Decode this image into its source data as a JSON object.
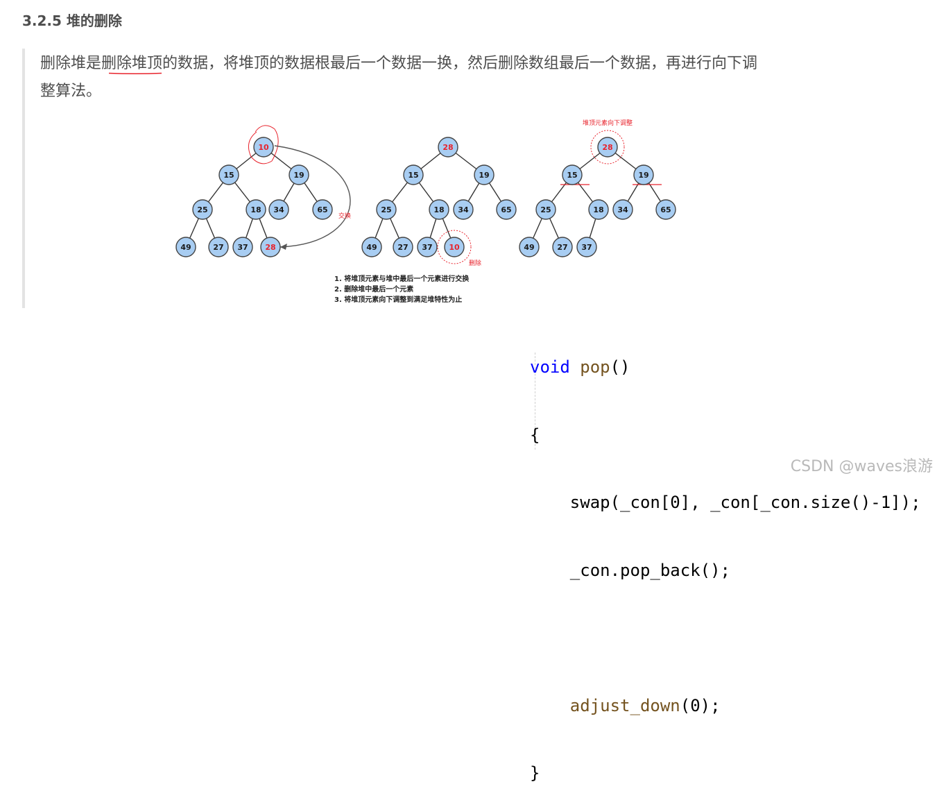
{
  "heading": "3.2.5 堆的删除",
  "paragraph_line1": "删除堆是删除堆顶的数据，将堆顶的数据根最后一个数据一换，然后删除数组最后一个数据，再进行向下调",
  "paragraph_line2": "整算法。",
  "figure": {
    "trees": [
      {
        "nodes": [
          "10",
          "15",
          "19",
          "25",
          "18",
          "34",
          "65",
          "49",
          "27",
          "37",
          "28"
        ]
      },
      {
        "nodes": [
          "28",
          "15",
          "19",
          "25",
          "18",
          "34",
          "65",
          "49",
          "27",
          "37",
          "10"
        ]
      },
      {
        "nodes": [
          "28",
          "15",
          "19",
          "25",
          "18",
          "34",
          "65",
          "49",
          "27",
          "37"
        ]
      }
    ],
    "swap_label": "交换",
    "delete_label": "删除",
    "adjust_label": "堆顶元素向下调整",
    "steps": [
      "1. 将堆顶元素与堆中最后一个元素进行交换",
      "2. 删除堆中最后一个元素",
      "3. 将堆顶元素向下调整到满足堆特性为止"
    ],
    "colors": {
      "node_fill": "#a8cdf2",
      "node_stroke": "#444444",
      "highlight": "#e8232c"
    }
  },
  "code": {
    "kw_void": "void",
    "fn_pop": "pop",
    "sig_rest": "()",
    "open_brace": "{",
    "line_swap": "    swap(_con[0], _con[_con.size()-1]);",
    "line_popback": "    _con.pop_back();",
    "line_blank": "",
    "fn_adjust": "adjust_down",
    "adjust_rest": "(0);",
    "close_brace": "}"
  },
  "watermark": "CSDN @waves浪游"
}
